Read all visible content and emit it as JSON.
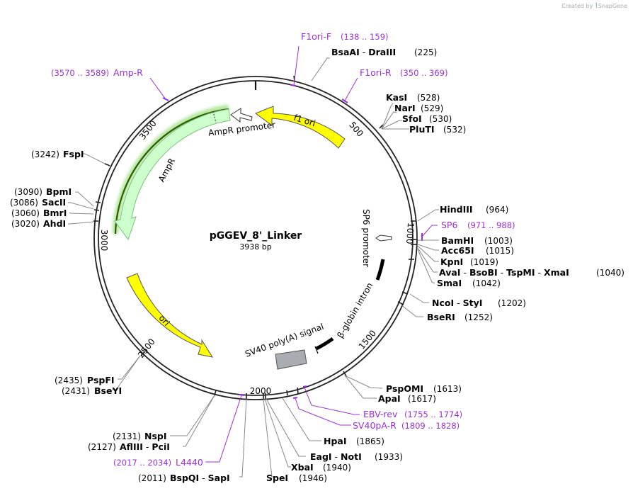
{
  "watermark": {
    "prefix": "Created by",
    "brand": "SnapGene"
  },
  "plasmid": {
    "name": "pGGEV_8'_Linker",
    "length": "3938 bp"
  },
  "ticks": [
    "500",
    "1000",
    "1500",
    "2000",
    "2500",
    "3000",
    "3500"
  ],
  "features": {
    "f1_ori": "f1 ori",
    "ampr_promoter": "AmpR promoter",
    "ampr": "AmpR",
    "ori": "ori",
    "sp6_promoter": "SP6 promoter",
    "beta_globin_intron": "β-globin intron",
    "sv40_polya": "SV40 poly(A) signal"
  },
  "sites": {
    "bsaai": "BsaAI",
    "draiii": "DraIII",
    "bsaai_pos": "(225)",
    "kasi": "KasI",
    "kasi_pos": "(528)",
    "nari": "NarI",
    "nari_pos": "(529)",
    "sfoi": "SfoI",
    "sfoi_pos": "(530)",
    "pluti": "PluTI",
    "pluti_pos": "(532)",
    "hindiii": "HindIII",
    "hindiii_pos": "(964)",
    "bamhi": "BamHI",
    "bamhi_pos": "(1003)",
    "acc65i": "Acc65I",
    "acc65i_pos": "(1015)",
    "kpni": "KpnI",
    "kpni_pos": "(1019)",
    "avai": "AvaI",
    "bsobi": "BsoBI",
    "tspmi": "TspMI",
    "xmai": "XmaI",
    "avai_pos": "(1040)",
    "smai": "SmaI",
    "smai_pos": "(1042)",
    "ncoi": "NcoI",
    "styi": "StyI",
    "ncoi_pos": "(1202)",
    "bseri": "BseRI",
    "bseri_pos": "(1252)",
    "pspomi": "PspOMI",
    "pspomi_pos": "(1613)",
    "apai": "ApaI",
    "apai_pos": "(1617)",
    "hpai": "HpaI",
    "hpai_pos": "(1865)",
    "eagi": "EagI",
    "noti": "NotI",
    "eagi_pos": "(1933)",
    "xbai": "XbaI",
    "xbai_pos": "(1940)",
    "spei": "SpeI",
    "spei_pos": "(1946)",
    "bspqi": "BspQI",
    "sapi": "SapI",
    "bspqi_pos": "(2011)",
    "nspi": "NspI",
    "nspi_pos": "(2131)",
    "afliii": "AflIII",
    "pcii": "PciI",
    "afliii_pos": "(2127)",
    "pspfi": "PspFI",
    "pspfi_pos": "(2435)",
    "bseyi": "BseYI",
    "bseyi_pos": "(2431)",
    "ahdi": "AhdI",
    "ahdi_pos": "(3020)",
    "bmri": "BmrI",
    "bmri_pos": "(3060)",
    "sacii": "SacII",
    "sacii_pos": "(3086)",
    "bpmi": "BpmI",
    "bpmi_pos": "(3090)",
    "fspi": "FspI",
    "fspi_pos": "(3242)"
  },
  "primers": {
    "f1ori_f": "F1ori-F",
    "f1ori_f_pos": "(138 .. 159)",
    "f1ori_r": "F1ori-R",
    "f1ori_r_pos": "(350 .. 369)",
    "sp6": "SP6",
    "sp6_pos": "(971 .. 988)",
    "ebv_rev": "EBV-rev",
    "ebv_rev_pos": "(1755 .. 1774)",
    "sv40pa_r": "SV40pA-R",
    "sv40pa_r_pos": "(1809 .. 1828)",
    "l4440": "L4440",
    "l4440_pos": "(2017 .. 2034)",
    "amp_r": "Amp-R",
    "amp_r_pos": "(3570 .. 3589)"
  },
  "colors": {
    "backbone": "#222222",
    "primer": "#9a31d6",
    "f1_ori": "#ffff00",
    "ori": "#ffff00",
    "ampr": "#ccffcc",
    "ampr_stroke": "#7fbf7f",
    "sv40": "#a9acb1",
    "label_line": "#888888"
  }
}
